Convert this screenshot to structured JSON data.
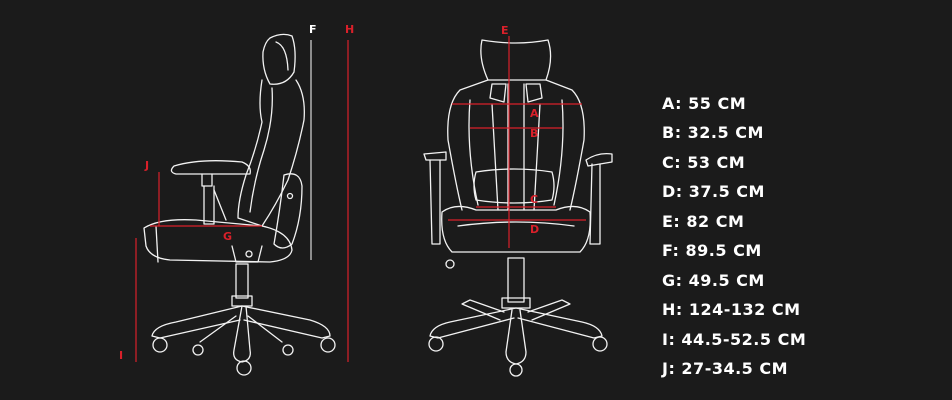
{
  "colors": {
    "background": "#1b1b1b",
    "line": "#f2f2f2",
    "accent": "#d9202a",
    "text": "#ffffff"
  },
  "labels": {
    "side": {
      "F": "F",
      "H": "H",
      "J": "J",
      "G": "G",
      "I": "I"
    },
    "front": {
      "E": "E",
      "A": "A",
      "B": "B",
      "C": "C",
      "D": "D"
    }
  },
  "specs": [
    "A: 55 CM",
    "B: 32.5 CM",
    "C: 53 CM",
    "D: 37.5 CM",
    "E: 82 CM",
    "F: 89.5 CM",
    "G: 49.5 CM",
    "H: 124-132 CM",
    "I: 44.5-52.5 CM",
    "J: 27-34.5 CM"
  ]
}
